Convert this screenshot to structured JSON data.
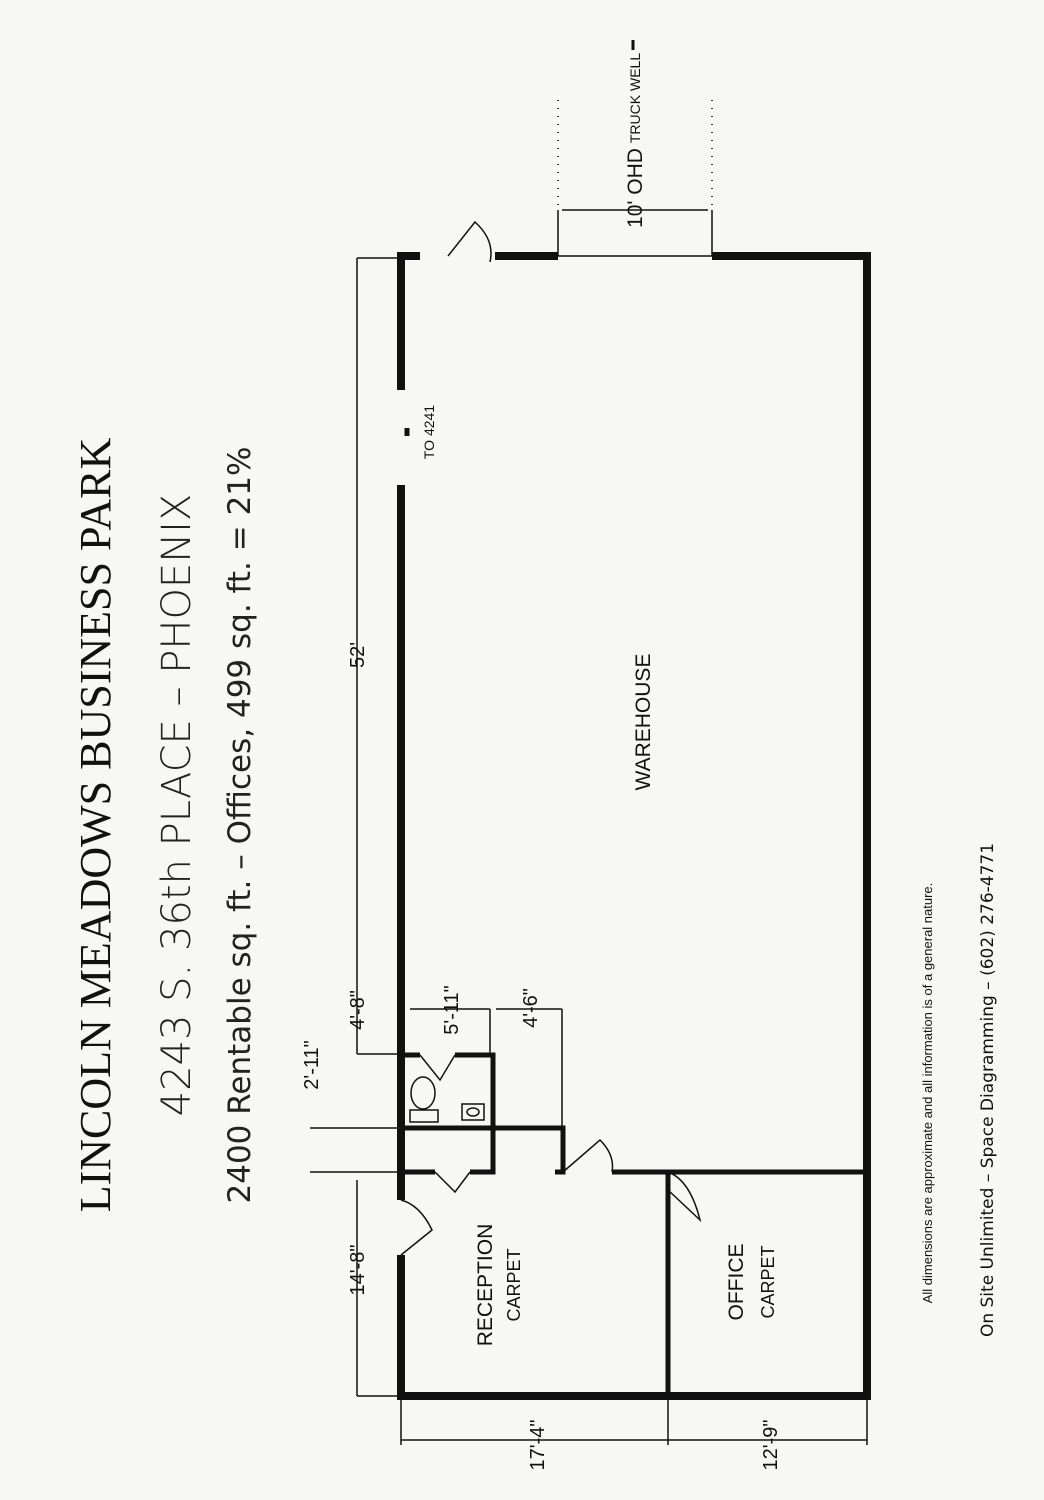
{
  "header": {
    "title": "LINCOLN MEADOWS BUSINESS PARK",
    "address": "4243 S. 36th PLACE  –  PHOENIX",
    "area_summary": "2400 Rentable sq. ft.  –  Offices, 499 sq. ft.  =  21%"
  },
  "rooms": {
    "warehouse": "WAREHOUSE",
    "reception": "RECEPTION",
    "reception_floor": "CARPET",
    "office": "OFFICE",
    "office_floor": "CARPET"
  },
  "dimensions": {
    "overall_length": "52'",
    "reception_length": "14'-8\"",
    "gap": "2'-11\"",
    "restroom_length": "4'-8\"",
    "restroom_width": "5'-11\"",
    "hall_width": "4'-6\"",
    "reception_width": "17'-4\"",
    "office_width": "12'-9\""
  },
  "openings": {
    "adjacent": "TO 4241",
    "overhead_door": "10' OHD",
    "truck_well": "TRUCK WELL"
  },
  "footer": {
    "disclaimer": "All dimensions are approximate and all information is of a general nature.",
    "credit": "On Site Unlimited  –  Space Diagramming  –  (602) 276-4771"
  }
}
